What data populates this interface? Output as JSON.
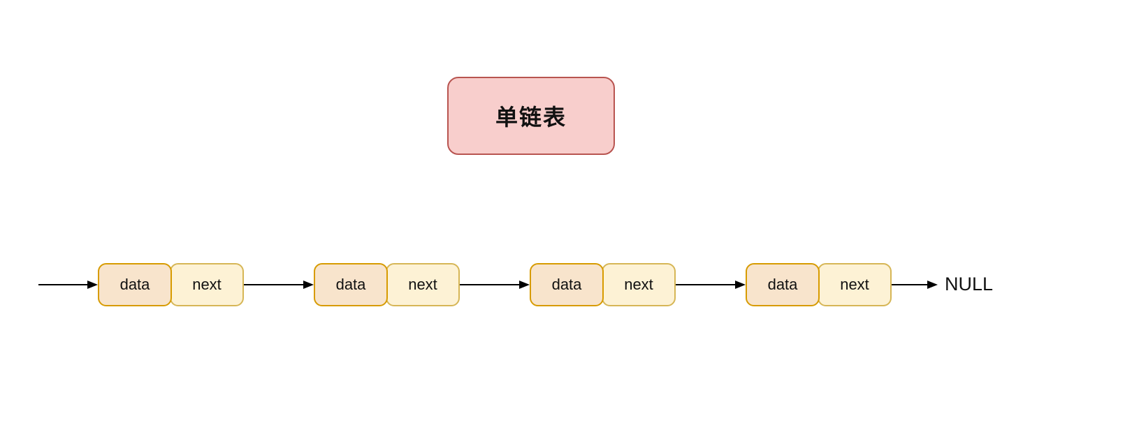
{
  "diagram": {
    "title": "单链表",
    "null_label": "NULL",
    "nodes": [
      {
        "data_label": "data",
        "next_label": "next"
      },
      {
        "data_label": "data",
        "next_label": "next"
      },
      {
        "data_label": "data",
        "next_label": "next"
      },
      {
        "data_label": "data",
        "next_label": "next"
      }
    ],
    "colors": {
      "title_fill": "#f8cecc",
      "title_border": "#b85450",
      "data_cell_fill": "#f8e4cc",
      "data_cell_border": "#d79b00",
      "next_cell_fill": "#fdf2d5",
      "next_cell_border": "#d6b656",
      "arrow": "#000000",
      "background": "#ffffff"
    }
  }
}
